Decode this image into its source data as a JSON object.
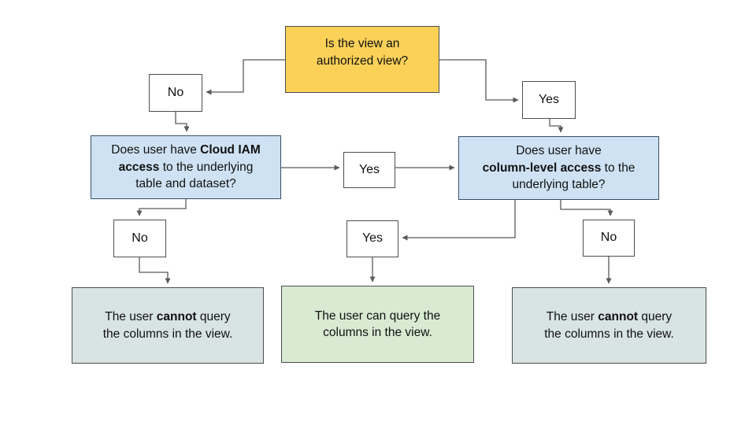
{
  "colors": {
    "root_fill": "#FBD158",
    "question_fill": "#CFE2F3",
    "question_border": "#35506b",
    "result_cannot_fill": "#D8E3E4",
    "result_can_fill": "#D9EAD3",
    "decision_fill": "#FFFFFF",
    "line": "#58595b",
    "text": "#111111"
  },
  "nodes": {
    "root": {
      "text": "Is the view an authorized view?"
    },
    "branch_no": {
      "label": "No"
    },
    "branch_yes": {
      "label": "Yes"
    },
    "iam_question": {
      "prefix": "Does user have ",
      "bold": "Cloud IAM access",
      "suffix": " to the underlying table and dataset?"
    },
    "iam_yes": {
      "label": "Yes"
    },
    "col_question": {
      "prefix": "Does user have",
      "bold": "column-level access",
      "suffix": " to the underlying table?"
    },
    "iam_no": {
      "label": "No"
    },
    "col_yes": {
      "label": "Yes"
    },
    "col_no": {
      "label": "No"
    },
    "result_left": {
      "prefix": "The user ",
      "bold": "cannot",
      "suffix": " query the columns in the view."
    },
    "result_center": {
      "text": "The user can query the columns in the view."
    },
    "result_right": {
      "prefix": "The user ",
      "bold": "cannot",
      "suffix": " query the columns in the view."
    }
  }
}
